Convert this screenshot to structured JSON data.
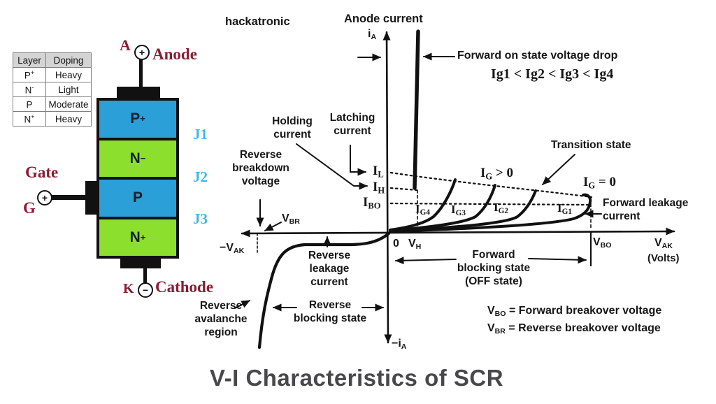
{
  "brand": "hackatronic",
  "title": "V-I Characteristics of SCR",
  "colors": {
    "p_layer": "#2b9fd8",
    "n_layer": "#8ddf2e",
    "junction_label": "#41b6e8",
    "terminal_label": "#8a1c33",
    "ink": "#161616",
    "title_color": "#47484c"
  },
  "doping_table": {
    "headers": [
      "Layer",
      "Doping"
    ],
    "rows": [
      {
        "layer": "P",
        "sup": "+",
        "doping": "Heavy"
      },
      {
        "layer": "N",
        "sup": "-",
        "doping": "Light"
      },
      {
        "layer": "P",
        "sup": "",
        "doping": "Moderate"
      },
      {
        "layer": "N",
        "sup": "+",
        "doping": "Heavy"
      }
    ]
  },
  "scr": {
    "terminals": {
      "anode_letter": "A",
      "anode_symbol": "+",
      "anode_label": "Anode",
      "gate_label": "Gate",
      "gate_symbol": "+",
      "gate_letter": "G",
      "cathode_letter": "K",
      "cathode_symbol": "−",
      "cathode_label": "Cathode"
    },
    "layers": [
      {
        "label": "P",
        "sup": "+",
        "type": "p"
      },
      {
        "label": "N",
        "sup": "−",
        "type": "n"
      },
      {
        "label": "P",
        "sup": "",
        "type": "p"
      },
      {
        "label": "N",
        "sup": "+",
        "type": "n"
      }
    ],
    "junctions": [
      "J1",
      "J2",
      "J3"
    ]
  },
  "graph": {
    "anode_current": "Anode current",
    "ia": {
      "main": "i",
      "sub": "A"
    },
    "neg_ia": {
      "main": "−i",
      "sub": "A"
    },
    "fwd_on_drop": "Forward on state voltage drop",
    "ig_order": "Ig1 < Ig2 < Ig3 < Ig4",
    "holding": "Holding\ncurrent",
    "latching": "Latching\ncurrent",
    "il": {
      "main": "I",
      "sub": "L"
    },
    "ih": {
      "main": "I",
      "sub": "H"
    },
    "ibo": {
      "main": "I",
      "sub": "BO"
    },
    "rev_breakdown": "Reverse\nbreakdown\nvoltage",
    "vbr": {
      "main": "V",
      "sub": "BR"
    },
    "neg_vak": {
      "main": "−V",
      "sub": "AK"
    },
    "zero": "0",
    "vh": {
      "main": "V",
      "sub": "H"
    },
    "vbo": {
      "main": "V",
      "sub": "BO"
    },
    "vak": {
      "main": "V",
      "sub": "AK"
    },
    "volts": "(Volts)",
    "ig4": {
      "main": "I",
      "sub": "G4"
    },
    "ig3": {
      "main": "I",
      "sub": "G3"
    },
    "ig2": {
      "main": "I",
      "sub": "G2"
    },
    "ig1": {
      "main": "I",
      "sub": "G1"
    },
    "ig_pos": {
      "main": "I",
      "sub": "G",
      "rest": " > 0"
    },
    "ig_zero": {
      "main": "I",
      "sub": "G",
      "rest": " = 0"
    },
    "transition": "Transition state",
    "fwd_leakage": "Forward leakage\ncurrent",
    "fwd_blocking": "Forward\nblocking state\n(OFF state)",
    "rev_leakage": "Reverse\nleakage\ncurrent",
    "rev_blocking": "Reverse\nblocking state",
    "rev_avalanche": "Reverse\navalanche\nregion",
    "legend": [
      {
        "main": "V",
        "sub": "BO",
        "rest": " =  Forward breakover voltage"
      },
      {
        "main": "V",
        "sub": "BR",
        "rest": " =  Reverse breakover voltage"
      }
    ]
  }
}
